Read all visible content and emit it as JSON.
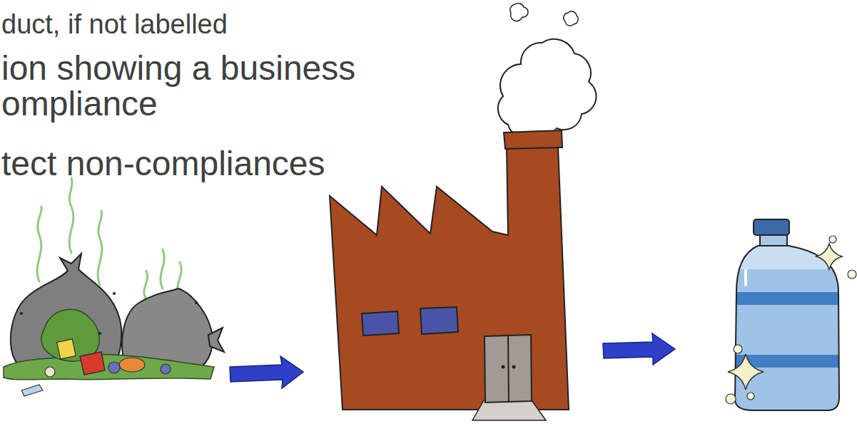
{
  "diagram": {
    "labels": [
      "duct, if not labelled",
      "ion showing a business ompliance",
      "tect non-compliances"
    ]
  }
}
